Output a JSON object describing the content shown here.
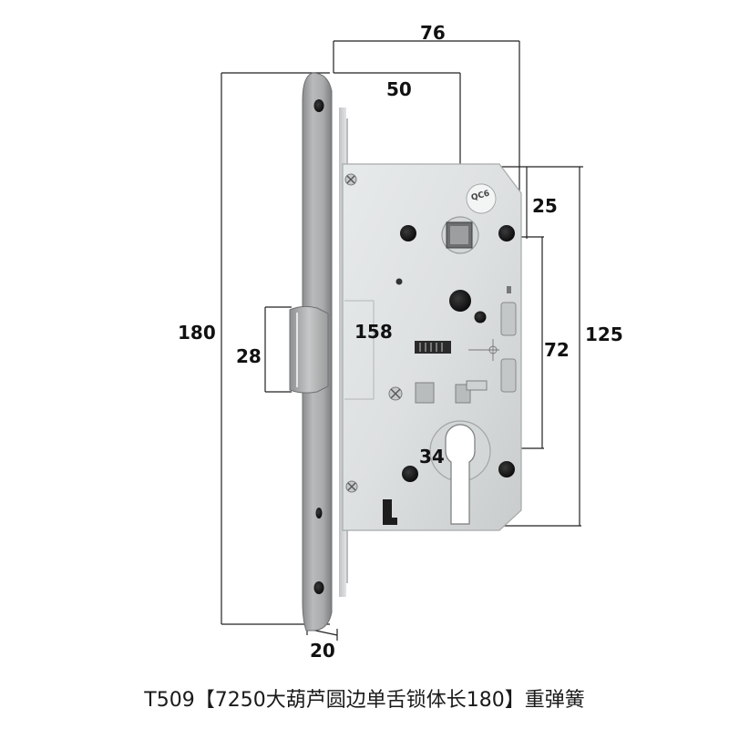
{
  "dimensions": {
    "width_76": "76",
    "backset_50": "50",
    "offset_25": "25",
    "length_180": "180",
    "latch_28": "28",
    "case_158": "158",
    "center_72": "72",
    "height_125": "125",
    "cylinder_34": "34",
    "thickness_20": "20"
  },
  "stamp": {
    "mark": "QC6"
  },
  "caption": "T509【7250大葫芦圆边单舌锁体长180】重弹簧"
}
